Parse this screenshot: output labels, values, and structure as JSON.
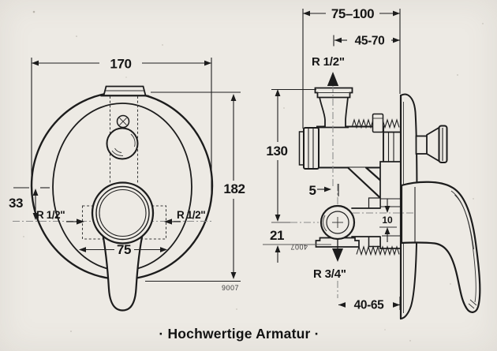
{
  "page": {
    "background": "#edeae4",
    "ink": "#1c1c1c"
  },
  "caption": {
    "text": "· Hochwertige Armatur ·"
  },
  "front_view": {
    "label": "front view of concealed mixer with escutcheon",
    "dim_width": "170",
    "dim_height": "182",
    "dim_center_offset": "33",
    "dim_port_spacing": "75",
    "port_left": "R 1/2\"",
    "port_right": "R 1/2\"",
    "code": "9007"
  },
  "side_view": {
    "label": "side section of concealed mixer valve",
    "dim_depth_range": "75–100",
    "dim_recess_range": "45-70",
    "port_top": "R 1/2\"",
    "dim_height_upper": "130",
    "dim_offset": "5",
    "dim_height_lower": "21",
    "dim_plate": "10",
    "port_bottom": "R 3/4\"",
    "dim_handle_range": "40-65",
    "code": "4007"
  }
}
